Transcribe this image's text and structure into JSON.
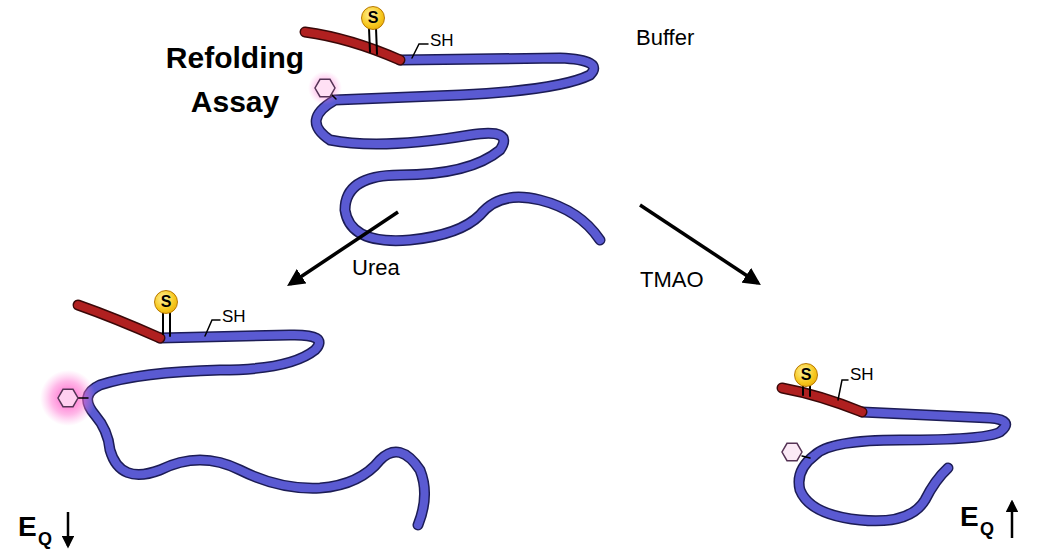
{
  "diagram": {
    "title": "Refolding Assay",
    "nodes": [
      {
        "text": [
          "S"
        ]
      },
      {
        "text": [
          "S"
        ]
      },
      {
        "text": [
          "S"
        ]
      }
    ],
    "labels": [
      "Buffer",
      "Urea",
      "TMAO",
      "SH",
      "SH",
      "SH",
      "E",
      "Q",
      "E",
      "Q"
    ]
  }
}
